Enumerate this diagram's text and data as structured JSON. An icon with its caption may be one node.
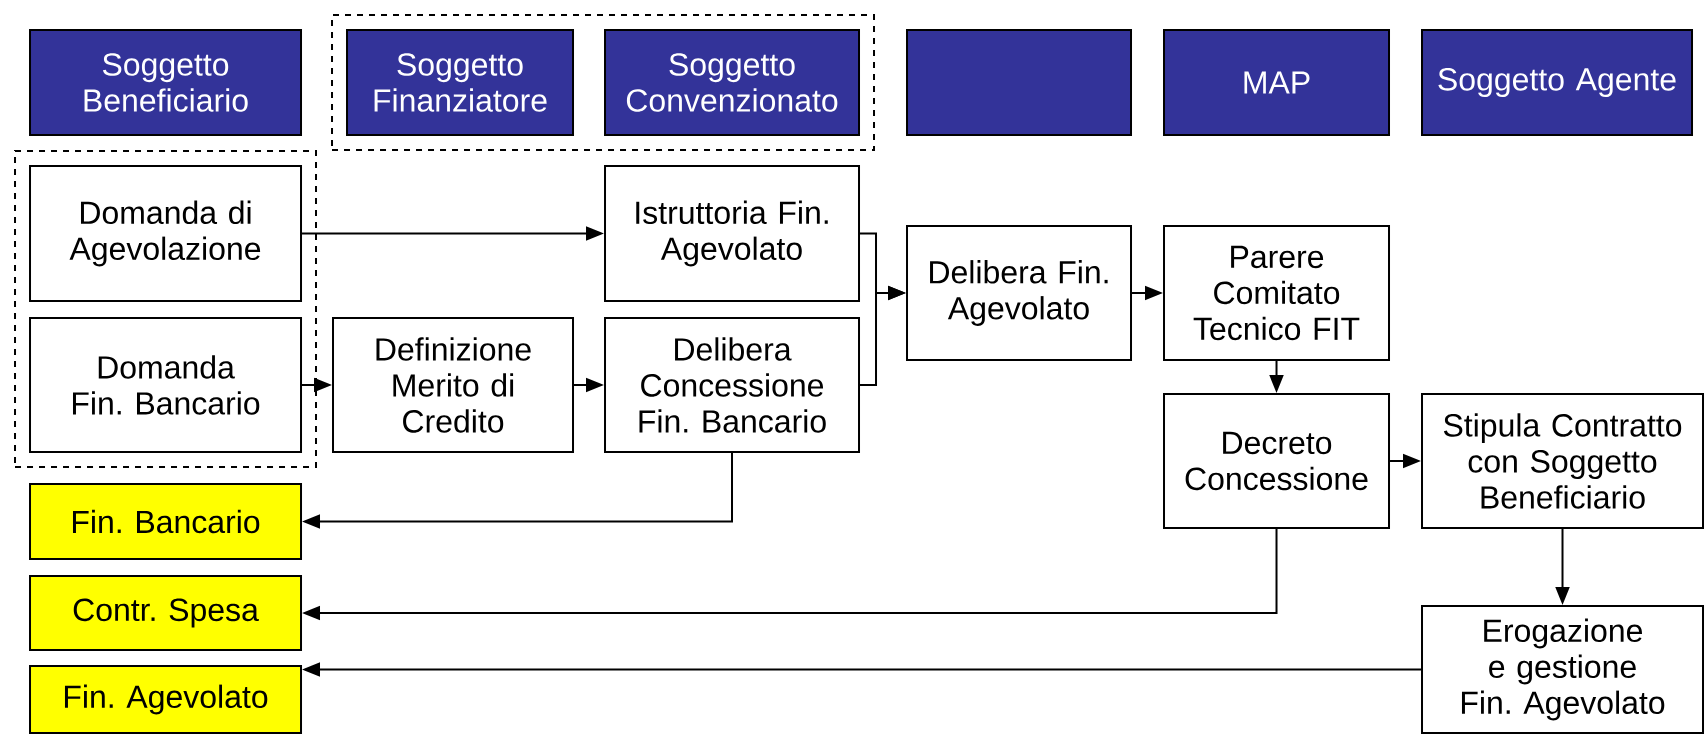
{
  "diagram": {
    "nodes": [
      {
        "text": [
          "Soggetto Beneficiario"
        ]
      },
      {
        "text": [],
        "shape": "box"
      },
      {
        "text": [
          "Soggetto Finanziatore"
        ],
        "in": 1
      },
      {
        "text": [
          "Soggetto Convenzionato"
        ],
        "in": 1
      },
      {
        "text": [],
        "shape": "box"
      },
      {
        "text": [
          "MAP"
        ]
      },
      {
        "text": [
          "Soggetto Agente"
        ]
      },
      {
        "text": [],
        "shape": "box"
      },
      {
        "text": [
          "Domanda di Agevolazione"
        ],
        "in": 7
      },
      {
        "text": [
          "Domanda Fin. Bancario"
        ],
        "in": 7
      },
      {
        "text": [
          "Istruttoria Fin. Agevolato"
        ]
      },
      {
        "text": [
          "Definizione Merito di Credito"
        ]
      },
      {
        "text": [
          "Delibera Concessione Fin. Bancario"
        ]
      },
      {
        "text": [
          "Delibera Fin. Agevolato"
        ]
      },
      {
        "text": [
          "Parere Comitato Tecnico FIT"
        ]
      },
      {
        "text": [
          "Decreto Concessione"
        ]
      },
      {
        "text": [
          "Stipula Contratto con Soggetto Beneficiario"
        ]
      },
      {
        "text": [
          "Fin. Bancario"
        ]
      },
      {
        "text": [
          "Contr. Spesa"
        ]
      },
      {
        "text": [
          "Erogazione e gestione Fin. Agevolato"
        ]
      },
      {
        "text": [
          "Fin. Agevolato"
        ]
      }
    ],
    "edges": [
      {
        "from": 8,
        "to": 10,
        "arrow": "to"
      },
      {
        "from": 9,
        "to": 11,
        "arrow": "to"
      },
      {
        "from": 11,
        "to": 12,
        "arrow": "to"
      },
      {
        "from": 10,
        "to": 13,
        "arrow": "to"
      },
      {
        "from": 12,
        "to": 13,
        "arrow": "to"
      },
      {
        "from": 13,
        "to": 14,
        "arrow": "to"
      },
      {
        "from": 14,
        "to": 15,
        "arrow": "to"
      },
      {
        "from": 15,
        "to": 16,
        "arrow": "to"
      },
      {
        "from": 16,
        "to": 19,
        "arrow": "to"
      },
      {
        "from": 12,
        "to": 17,
        "arrow": "to"
      },
      {
        "from": 15,
        "to": 18,
        "arrow": "to"
      },
      {
        "from": 19,
        "to": 20,
        "arrow": "to"
      }
    ]
  }
}
